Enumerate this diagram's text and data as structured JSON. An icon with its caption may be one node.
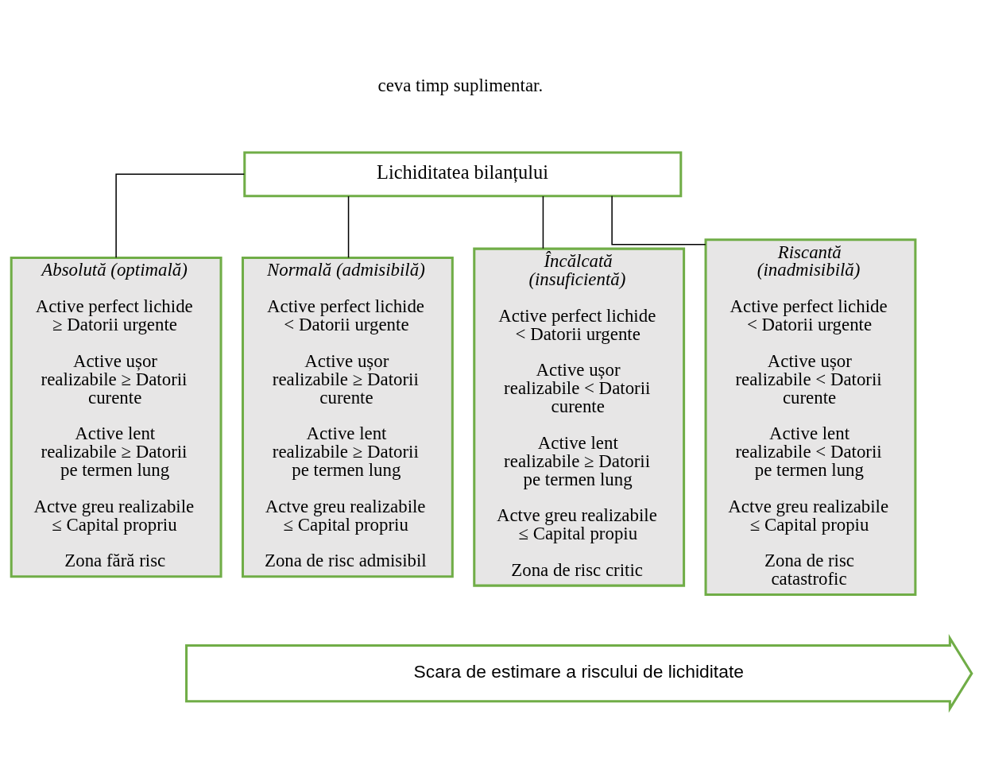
{
  "diagram": {
    "nodes": [
      {
        "text": [
          "Lichiditatea bilanțului"
        ]
      },
      {
        "text": [
          "Absolută (optimală)",
          "Active perfect lichide ≥ Datorii urgente",
          "Active ușor realizabile ≥ Datorii curente",
          "Active lent realizabile ≥ Datorii pe termen lung",
          "Actve greu realizabile ≤ Capital propriu",
          "Zona fără risc"
        ]
      },
      {
        "text": [
          "Normală (admisibilă)",
          "Active perfect lichide < Datorii urgente",
          "Active ușor realizabile ≥ Datorii curente",
          "Active lent realizabile ≥ Datorii pe termen lung",
          "Actve greu realizabile ≤ Capital propriu",
          "Zona de risc admisibil"
        ]
      },
      {
        "text": [
          "Încălcată (insuficientă)",
          "Active perfect lichide < Datorii urgente",
          "Active ușor realizabile < Datorii curente",
          "Active lent realizabile ≥ Datorii pe termen lung",
          "Actve greu realizabile ≤ Capital propiu",
          "Zona de risc critic"
        ]
      },
      {
        "text": [
          "Riscantă (inadmisibilă)",
          "Active perfect lichide < Datorii urgente",
          "Active ușor realizabile < Datorii curente",
          "Active lent realizabile < Datorii pe termen lung",
          "Actve greu realizabile ≤ Capital propiu",
          "Zona de risc catastrofic"
        ]
      },
      {
        "text": [
          "Scara de estimare a riscului de lichiditate"
        ]
      }
    ],
    "edges": [
      {
        "from": 0,
        "to": 1,
        "arrow": "none"
      },
      {
        "from": 0,
        "to": 2,
        "arrow": "none"
      },
      {
        "from": 0,
        "to": 3,
        "arrow": "none"
      },
      {
        "from": 0,
        "to": 4,
        "arrow": "none"
      }
    ],
    "labels": [
      "ceva timp suplimentar."
    ]
  }
}
